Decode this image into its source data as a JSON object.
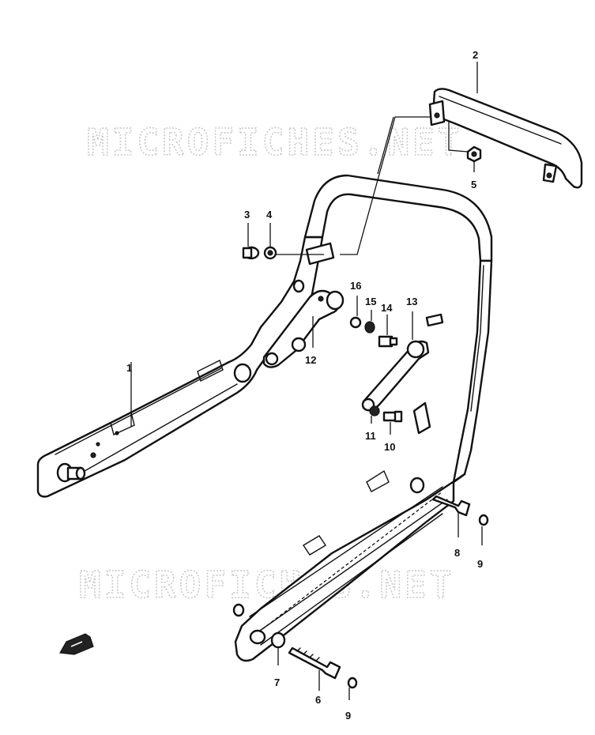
{
  "watermark": {
    "top": "MICROFICHES.NET",
    "bottom": "MICROFICHES.NET"
  },
  "callouts": {
    "c1": "1",
    "c2": "2",
    "c3": "3",
    "c4": "4",
    "c5": "5",
    "c6": "6",
    "c7": "7",
    "c8": "8",
    "c9a": "9",
    "c9b": "9",
    "c10": "10",
    "c11": "11",
    "c12": "12",
    "c13": "13",
    "c14": "14",
    "c15": "15",
    "c16": "16"
  },
  "colors": {
    "line": "#111111",
    "watermark": "#c9c9c9",
    "background": "#ffffff"
  },
  "icons": {
    "direction": "front-arrow-icon"
  }
}
